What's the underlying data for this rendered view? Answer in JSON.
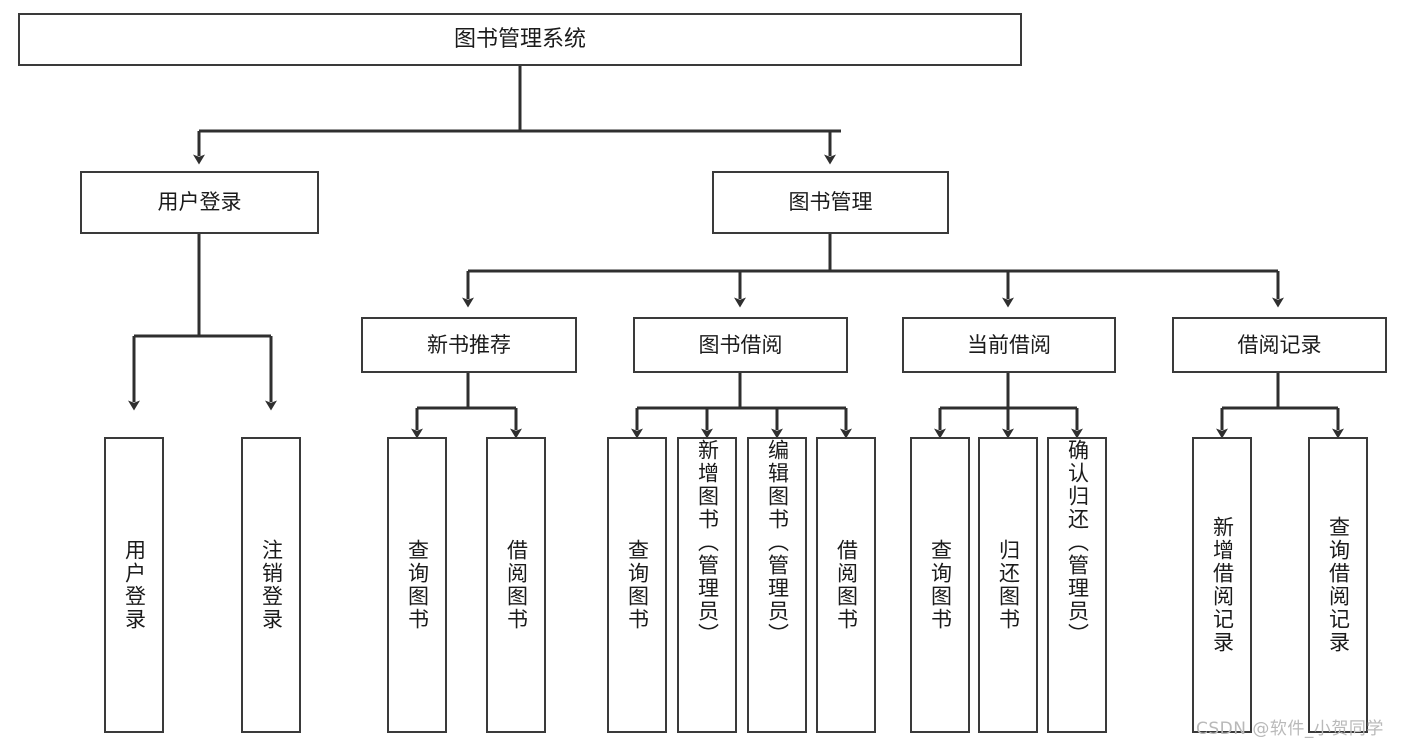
{
  "diagram": {
    "type": "hierarchy-tree",
    "title": "图书管理系统",
    "root": {
      "label": "图书管理系统"
    },
    "level1": [
      {
        "label": "用户登录"
      },
      {
        "label": "图书管理"
      }
    ],
    "level2": [
      {
        "label": "新书推荐"
      },
      {
        "label": "图书借阅"
      },
      {
        "label": "当前借阅"
      },
      {
        "label": "借阅记录"
      }
    ],
    "leaves": {
      "user_login": [
        {
          "label": "用户登录"
        },
        {
          "label": "注销登录"
        }
      ],
      "new_book_recommend": [
        {
          "label": "查询图书"
        },
        {
          "label": "借阅图书"
        }
      ],
      "book_borrow": [
        {
          "label": "查询图书"
        },
        {
          "label": "新增图书（管理员）"
        },
        {
          "label": "编辑图书（管理员）"
        },
        {
          "label": "借阅图书"
        }
      ],
      "current_borrow": [
        {
          "label": "查询图书"
        },
        {
          "label": "归还图书"
        },
        {
          "label": "确认归还（管理员）"
        }
      ],
      "borrow_records": [
        {
          "label": "新增借阅记录"
        },
        {
          "label": "查询借阅记录"
        }
      ]
    },
    "colors": {
      "box_border": "#3a3a3a",
      "box_fill": "#ffffff",
      "wire": "#2f2f2f",
      "text": "#1b1b1b",
      "watermark": "#b9b9b9",
      "background": "#ffffff"
    }
  },
  "watermark": {
    "text": "CSDN @软件_小贺同学"
  }
}
